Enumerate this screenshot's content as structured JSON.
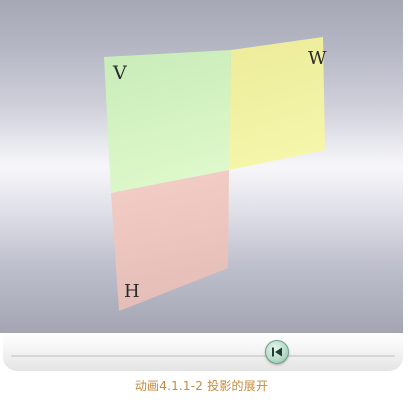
{
  "diagram": {
    "labels": {
      "v": "V",
      "w": "W",
      "h": "H"
    },
    "plane_colors": {
      "v": "#d5f5c4",
      "w": "#f0f0a0",
      "h": "#f0c8c0"
    }
  },
  "controls": {
    "rewind_icon": "rewind-to-start-icon"
  },
  "caption": "动画4.1.1-2 投影的展开"
}
